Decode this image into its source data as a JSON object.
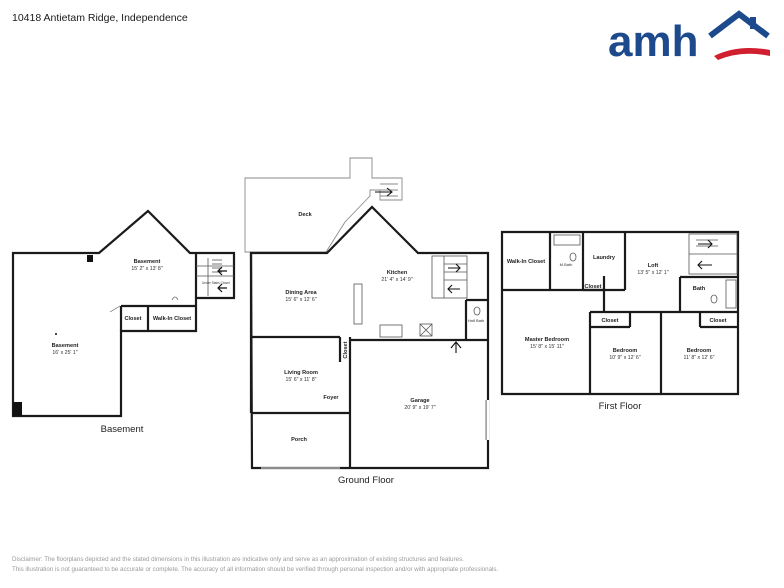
{
  "header": {
    "address": "10418 Antietam Ridge, Independence"
  },
  "logo": {
    "text": "amh",
    "color_blue": "#1d4a8c",
    "color_red": "#d0202f"
  },
  "floors": {
    "basement": {
      "label": "Basement",
      "rooms": {
        "main": {
          "name": "Basement",
          "dims": "16' x 25' 1\""
        },
        "upper": {
          "name": "Basement",
          "dims": "15' 2\" x 13' 8\""
        },
        "closet": {
          "name": "Closet"
        },
        "walkin": {
          "name": "Walk-In Closet"
        },
        "under_stairs": {
          "name": "Under Stairs Closet"
        }
      }
    },
    "ground": {
      "label": "Ground Floor",
      "rooms": {
        "deck": {
          "name": "Deck"
        },
        "dining": {
          "name": "Dining Area",
          "dims": "15' 6\" x 12' 6\""
        },
        "kitchen": {
          "name": "Kitchen",
          "dims": "21' 4\" x 14' 9\""
        },
        "living": {
          "name": "Living Room",
          "dims": "15' 6\" x 11' 8\""
        },
        "foyer": {
          "name": "Foyer"
        },
        "closet": {
          "name": "Closet"
        },
        "half_bath": {
          "name": "Half Bath"
        },
        "garage": {
          "name": "Garage",
          "dims": "20' 9\" x 19' 7\""
        },
        "porch": {
          "name": "Porch"
        }
      }
    },
    "first": {
      "label": "First Floor",
      "rooms": {
        "walkin": {
          "name": "Walk-In Closet"
        },
        "mbath": {
          "name": "M.Bath"
        },
        "laundry": {
          "name": "Laundry"
        },
        "loft": {
          "name": "Loft",
          "dims": "13' 5\" x 12' 1\""
        },
        "bath": {
          "name": "Bath"
        },
        "master": {
          "name": "Master Bedroom",
          "dims": "15' 8\" x 15' 11\""
        },
        "closet_a": {
          "name": "Closet"
        },
        "bedroom1": {
          "name": "Bedroom",
          "dims": "10' 9\" x 12' 6\""
        },
        "closet_b": {
          "name": "Closet"
        },
        "bedroom2": {
          "name": "Bedroom",
          "dims": "11' 8\" x 12' 6\""
        },
        "closet_c": {
          "name": "Closet"
        }
      }
    }
  },
  "disclaimer": {
    "line1": "Disclaimer: The floorplans depicted and the stated dimensions in this illustration are indicative only and serve as an approximation of existing structures and features.",
    "line2": "This illustration is not guaranteed to be accurate or complete. The accuracy of all information should be verified through personal inspection and/or with appropriate professionals."
  }
}
